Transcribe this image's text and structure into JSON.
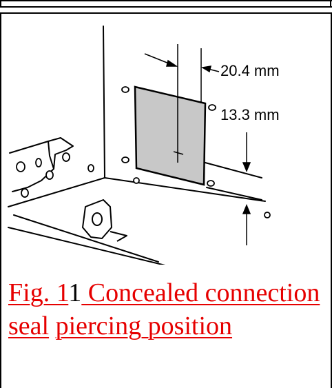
{
  "figure": {
    "dimension_width": "20.4 mm",
    "dimension_height": "13.3 mm"
  },
  "caption": {
    "fig_link": "Fig. 1",
    "fig_number": "1",
    "link_1": " Concealed connection seal",
    "space": " ",
    "link_2": "piercing position"
  }
}
